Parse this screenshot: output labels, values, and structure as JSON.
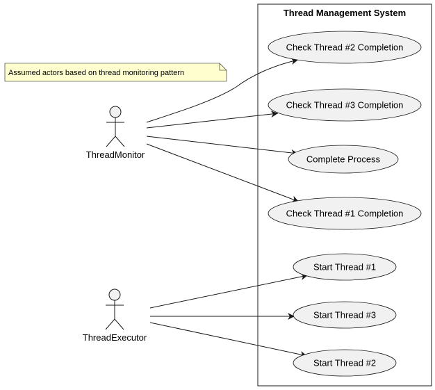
{
  "system": {
    "title": "Thread Management System"
  },
  "note": {
    "text": "Assumed actors based on thread monitoring pattern"
  },
  "colors": {
    "usecase_fill": "#f1f1f1",
    "note_fill": "#fefece",
    "stroke": "#181818"
  },
  "actors": [
    {
      "id": "monitor",
      "name": "ThreadMonitor"
    },
    {
      "id": "executor",
      "name": "ThreadExecutor"
    }
  ],
  "usecases": [
    {
      "id": "uc2c",
      "label": "Check Thread #2 Completion"
    },
    {
      "id": "uc3c",
      "label": "Check Thread #3 Completion"
    },
    {
      "id": "ucp",
      "label": "Complete Process"
    },
    {
      "id": "uc1c",
      "label": "Check Thread #1 Completion"
    },
    {
      "id": "uc1s",
      "label": "Start Thread #1"
    },
    {
      "id": "uc3s",
      "label": "Start Thread #3"
    },
    {
      "id": "uc2s",
      "label": "Start Thread #2"
    }
  ],
  "links": [
    {
      "from": "monitor",
      "to": "uc2c"
    },
    {
      "from": "monitor",
      "to": "uc3c"
    },
    {
      "from": "monitor",
      "to": "ucp"
    },
    {
      "from": "monitor",
      "to": "uc1c"
    },
    {
      "from": "executor",
      "to": "uc1s"
    },
    {
      "from": "executor",
      "to": "uc3s"
    },
    {
      "from": "executor",
      "to": "uc2s"
    }
  ]
}
